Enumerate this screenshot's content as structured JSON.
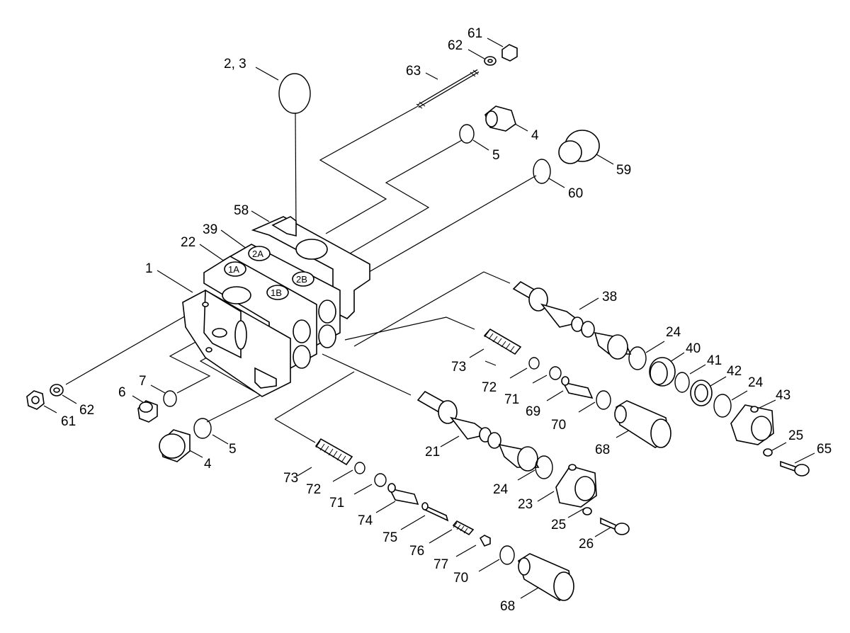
{
  "parts": [
    {
      "id": "lbl-61a",
      "text": "61"
    },
    {
      "id": "lbl-62a",
      "text": "62"
    },
    {
      "id": "lbl-23",
      "text": "2, 3"
    },
    {
      "id": "lbl-63",
      "text": "63"
    },
    {
      "id": "lbl-4a",
      "text": "4"
    },
    {
      "id": "lbl-5a",
      "text": "5"
    },
    {
      "id": "lbl-59",
      "text": "59"
    },
    {
      "id": "lbl-60",
      "text": "60"
    },
    {
      "id": "lbl-58",
      "text": "58"
    },
    {
      "id": "lbl-39",
      "text": "39"
    },
    {
      "id": "lbl-22",
      "text": "22"
    },
    {
      "id": "lbl-1",
      "text": "1"
    },
    {
      "id": "lbl-38",
      "text": "38"
    },
    {
      "id": "lbl-24a",
      "text": "24"
    },
    {
      "id": "lbl-40",
      "text": "40"
    },
    {
      "id": "lbl-41",
      "text": "41"
    },
    {
      "id": "lbl-42",
      "text": "42"
    },
    {
      "id": "lbl-24b",
      "text": "24"
    },
    {
      "id": "lbl-43",
      "text": "43"
    },
    {
      "id": "lbl-73a",
      "text": "73"
    },
    {
      "id": "lbl-72a",
      "text": "72"
    },
    {
      "id": "lbl-71a",
      "text": "71"
    },
    {
      "id": "lbl-69",
      "text": "69"
    },
    {
      "id": "lbl-70a",
      "text": "70"
    },
    {
      "id": "lbl-25a",
      "text": "25"
    },
    {
      "id": "lbl-65",
      "text": "65"
    },
    {
      "id": "lbl-61b",
      "text": "61"
    },
    {
      "id": "lbl-62b",
      "text": "62"
    },
    {
      "id": "lbl-6",
      "text": "6"
    },
    {
      "id": "lbl-7",
      "text": "7"
    },
    {
      "id": "lbl-5b",
      "text": "5"
    },
    {
      "id": "lbl-4b",
      "text": "4"
    },
    {
      "id": "lbl-21",
      "text": "21"
    },
    {
      "id": "lbl-68a",
      "text": "68"
    },
    {
      "id": "lbl-24c",
      "text": "24"
    },
    {
      "id": "lbl-23b",
      "text": "23"
    },
    {
      "id": "lbl-73b",
      "text": "73"
    },
    {
      "id": "lbl-72b",
      "text": "72"
    },
    {
      "id": "lbl-71b",
      "text": "71"
    },
    {
      "id": "lbl-74",
      "text": "74"
    },
    {
      "id": "lbl-75",
      "text": "75"
    },
    {
      "id": "lbl-76",
      "text": "76"
    },
    {
      "id": "lbl-77",
      "text": "77"
    },
    {
      "id": "lbl-70b",
      "text": "70"
    },
    {
      "id": "lbl-68b",
      "text": "68"
    },
    {
      "id": "lbl-25b",
      "text": "25"
    },
    {
      "id": "lbl-26",
      "text": "26"
    }
  ],
  "ports": {
    "p1a": "1A",
    "p2a": "2A",
    "p1b": "1B",
    "p2b": "2B"
  },
  "colors": {
    "ink": "#000000",
    "paper": "#ffffff"
  }
}
